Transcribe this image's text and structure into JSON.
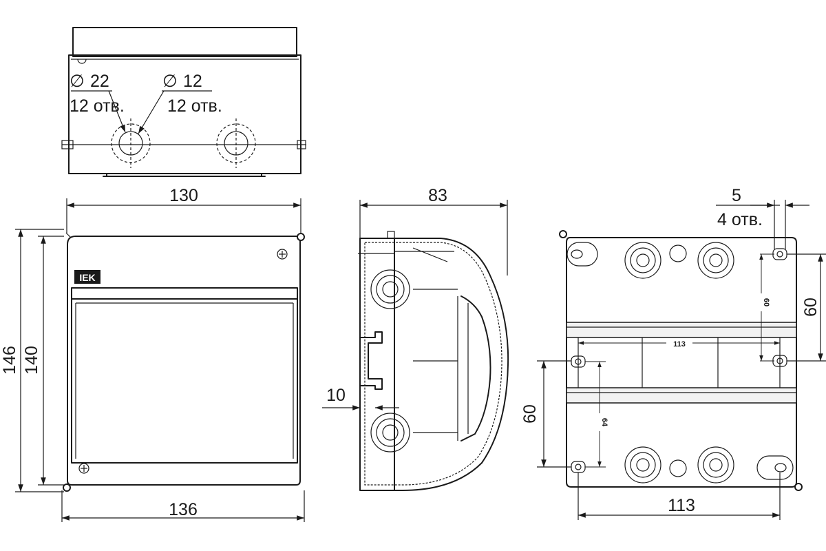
{
  "brand": {
    "logo_text": "IEK",
    "logo_color": "#1a1a1a"
  },
  "colors": {
    "line": "#1a1a1a",
    "background": "#ffffff"
  },
  "top_view": {
    "hole_large": {
      "symbol": "∅",
      "diameter": "22",
      "count": "12 отв."
    },
    "hole_small": {
      "symbol": "∅",
      "diameter": "12",
      "count": "12 отв."
    }
  },
  "front_view": {
    "width_inner": "130",
    "width_outer": "136",
    "height_outer": "146",
    "height_inner": "140"
  },
  "side_view": {
    "depth": "83",
    "offset": "10"
  },
  "back_view": {
    "mount_hole": "5",
    "mount_hole_count": "4 отв.",
    "spacing_right": "60",
    "spacing_left": "60",
    "width_bottom": "113",
    "rail_length": "113",
    "inner_spacing_upper": "60",
    "inner_spacing_lower": "64"
  }
}
